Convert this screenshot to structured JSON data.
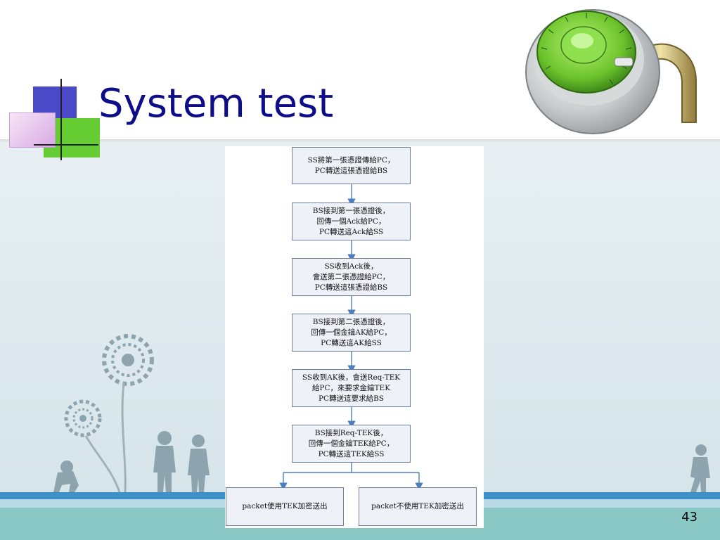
{
  "slide": {
    "title": "System test",
    "page_number": "43"
  },
  "flowchart": {
    "steps": [
      {
        "lines": [
          "SS將第一張憑證傳給PC，",
          "PC轉送這張憑證給BS"
        ]
      },
      {
        "lines": [
          "BS接到第一張憑證後，",
          "回傳一個Ack給PC，",
          "PC轉送這Ack給SS"
        ]
      },
      {
        "lines": [
          "SS收到Ack後，",
          "會送第二張憑證給PC，",
          "PC轉送這張憑證給BS"
        ]
      },
      {
        "lines": [
          "BS接到第二張憑證後，",
          "回傳一個金鑰AK給PC，",
          "PC轉送這AK給SS"
        ]
      },
      {
        "lines": [
          "SS收到AK後，會送Req-TEK",
          "給PC，來要求金鑰TEK",
          "PC轉送這要求給BS"
        ]
      },
      {
        "lines": [
          "BS接到Req-TEK後，",
          "回傳一個金鑰TEK給PC，",
          "PC轉送這TEK給SS"
        ]
      }
    ],
    "outcomes": [
      {
        "label": "packet使用TEK加密送出"
      },
      {
        "label": "packet不使用TEK加密送出"
      }
    ]
  },
  "colors": {
    "title": "#0d0d8a",
    "box_fill": "#eef1f8",
    "box_border": "#6f7f95",
    "arrow": "#4a7fbf",
    "stripe_blue": "#3d91c8",
    "bottom_teal": "#8ac8c5",
    "lock_green": "#7ccf3a"
  },
  "icons": {
    "padlock": "combination-padlock-icon",
    "scene": "people-and-dandelion-silhouettes"
  }
}
